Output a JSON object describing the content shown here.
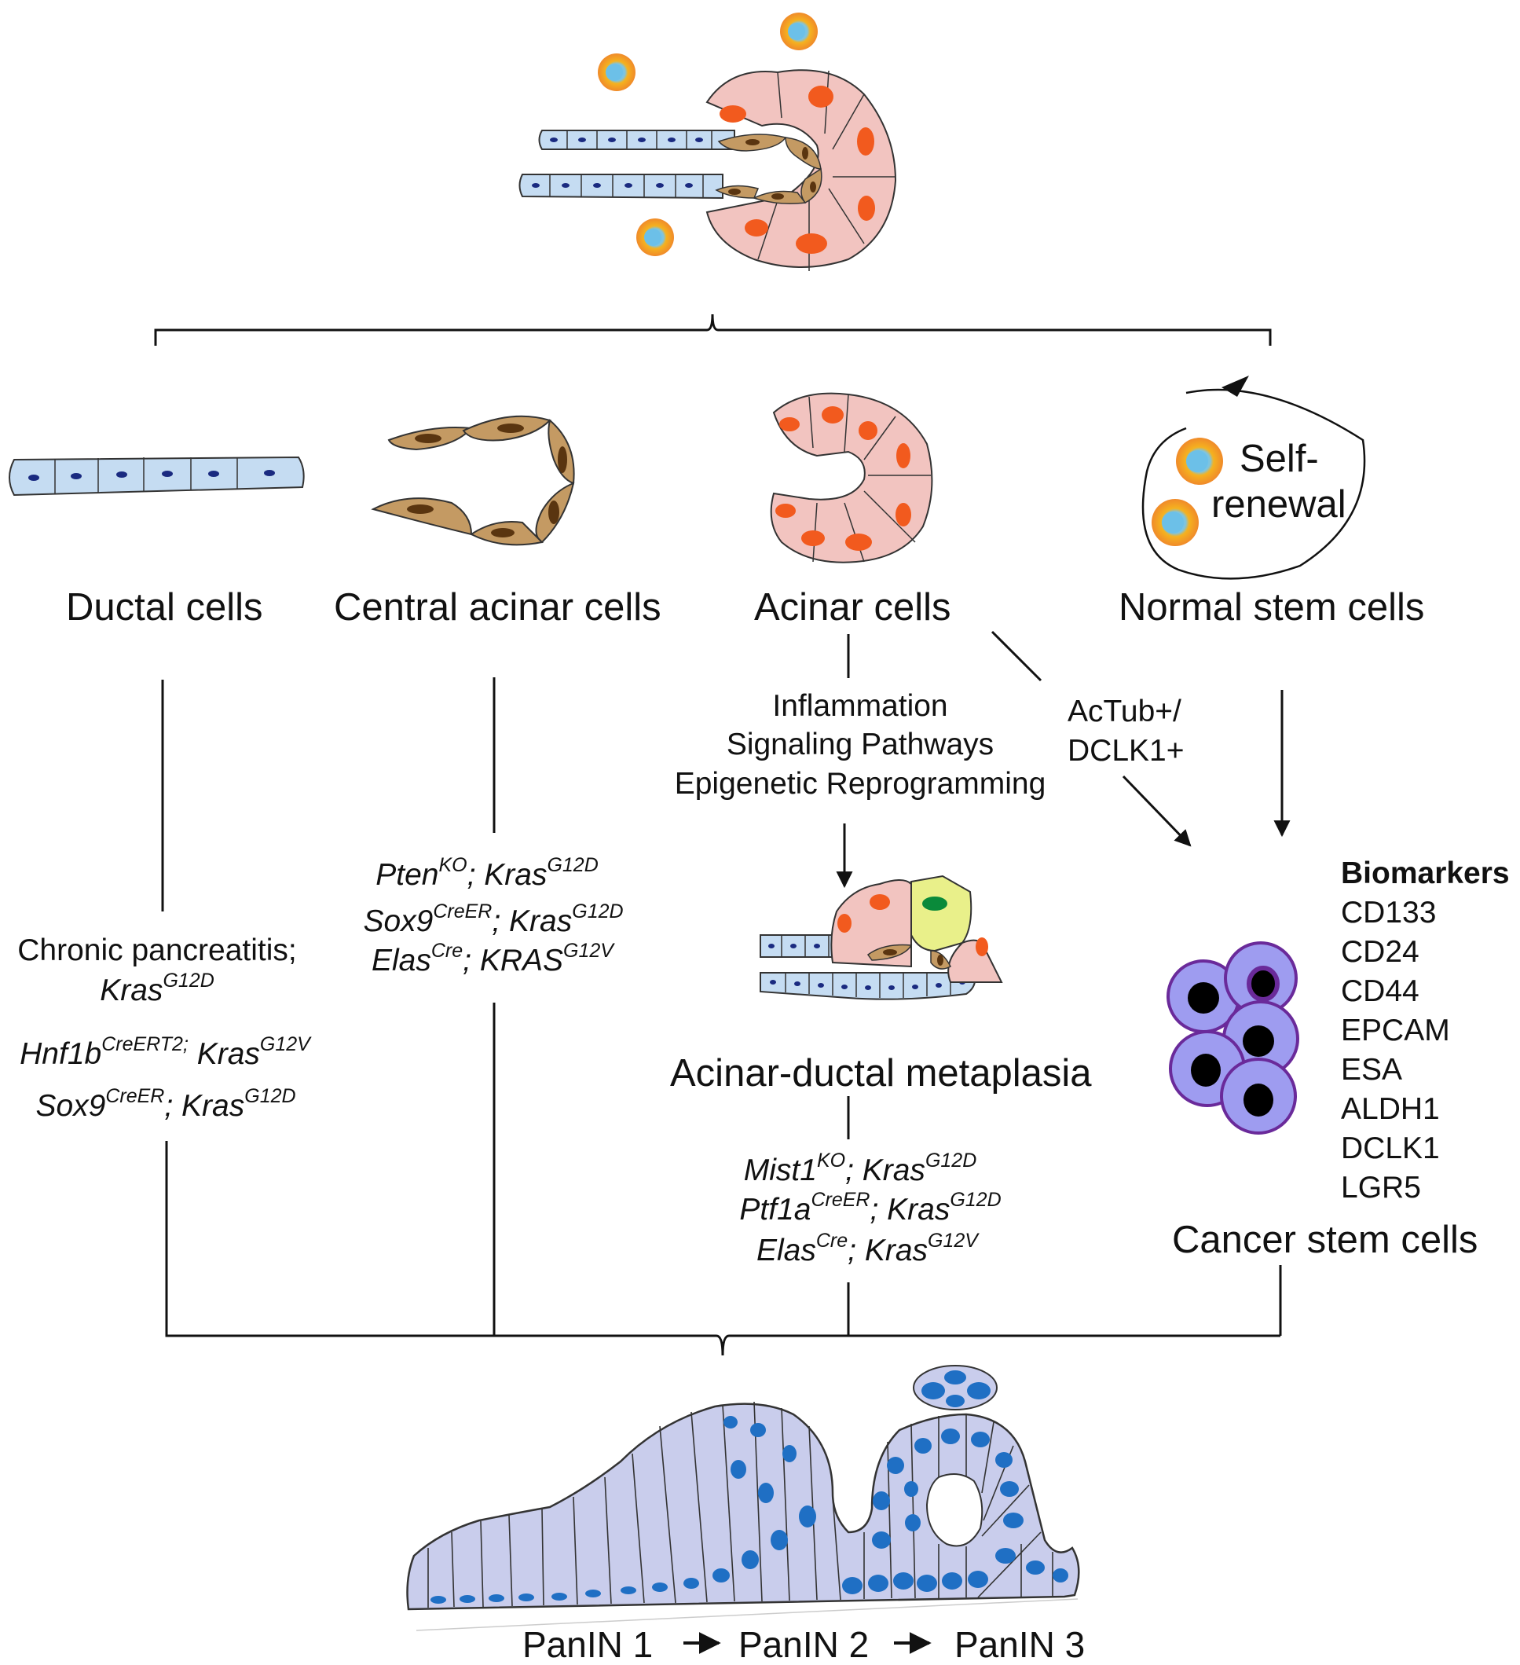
{
  "cell_types": {
    "ductal": "Ductal cells",
    "central_acinar": "Central acinar cells",
    "acinar": "Acinar cells",
    "normal_stem": "Normal stem cells"
  },
  "self_renewal": {
    "line1": "Self-",
    "line2": "renewal"
  },
  "acinar_pathway": {
    "line1": "Inflammation",
    "line2": "Signaling Pathways",
    "line3": "Epigenetic Reprogramming"
  },
  "actub": {
    "line1": "AcTub+/",
    "line2": "DCLK1+"
  },
  "adm_label": "Acinar-ductal metaplasia",
  "ductal_models": {
    "line1": "Chronic pancreatitis;",
    "line2_base": "Kras",
    "line2_sup": "G12D",
    "line3_a": "Hnf1b",
    "line3_a_sup": "CreERT2;",
    "line3_b": " Kras",
    "line3_b_sup": "G12V",
    "line4_a": "Sox9",
    "line4_a_sup": "CreER",
    "line4_b": "; Kras",
    "line4_b_sup": "G12D"
  },
  "central_models": {
    "l1_a": "Pten",
    "l1_a_sup": "KO",
    "l1_b": "; Kras",
    "l1_b_sup": "G12D",
    "l2_a": "Sox9",
    "l2_a_sup": "CreER",
    "l2_b": "; Kras",
    "l2_b_sup": "G12D",
    "l3_a": "Elas",
    "l3_a_sup": "Cre",
    "l3_b": "; KRAS",
    "l3_b_sup": "G12V"
  },
  "adm_models": {
    "l1_a": "Mist1",
    "l1_a_sup": "KO",
    "l1_b": "; Kras",
    "l1_b_sup": "G12D",
    "l2_a": "Ptf1a",
    "l2_a_sup": "CreER",
    "l2_b": "; Kras",
    "l2_b_sup": "G12D",
    "l3_a": "Elas",
    "l3_a_sup": "Cre",
    "l3_b": "; Kras",
    "l3_b_sup": "G12V"
  },
  "biomarkers": {
    "title": "Biomarkers",
    "items": [
      "CD133",
      "CD24",
      "CD44",
      "EPCAM",
      "ESA",
      "ALDH1",
      "DCLK1",
      "LGR5"
    ]
  },
  "cancer_stem_label": "Cancer stem cells",
  "panin": {
    "stage1": "PanIN 1",
    "stage2": "PanIN 2",
    "stage3": "PanIN 3"
  },
  "colors": {
    "ductal_fill": "#c5dcf2",
    "ductal_nucleus": "#1a2a80",
    "central_fill": "#c49a63",
    "central_nucleus": "#5a3510",
    "acinar_fill": "#f2c4c0",
    "acinar_nucleus": "#f25a1e",
    "adm_yellow": "#e9f08a",
    "adm_green": "#0a8a3a",
    "csc_fill": "#9e9cf0",
    "csc_border": "#6a2a9a",
    "stem_outer": "#f5a823",
    "stem_inner": "#6cc0e8",
    "panin_fill": "#c9cdec",
    "panin_nucleus": "#1f6fc4"
  }
}
